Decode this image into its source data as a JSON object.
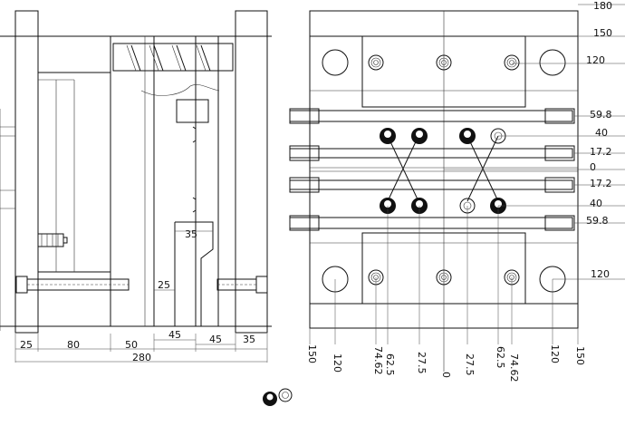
{
  "left_view": {
    "bottom_dims": [
      "25",
      "80",
      "50",
      "45",
      "45",
      "35"
    ],
    "total_dim": "280",
    "inner_dims": {
      "d35": "35",
      "d25": "25",
      "d45": "45"
    }
  },
  "right_view": {
    "right_dims": [
      "180",
      "150",
      "120",
      "59.8",
      "40",
      "17.2",
      "0",
      "17.2",
      "40",
      "59.8",
      "120"
    ],
    "bottom_dims": [
      "150",
      "120",
      "74.62",
      "62.5",
      "27.5",
      "0",
      "27.5",
      "62.5",
      "74.62",
      "120",
      "150"
    ]
  }
}
